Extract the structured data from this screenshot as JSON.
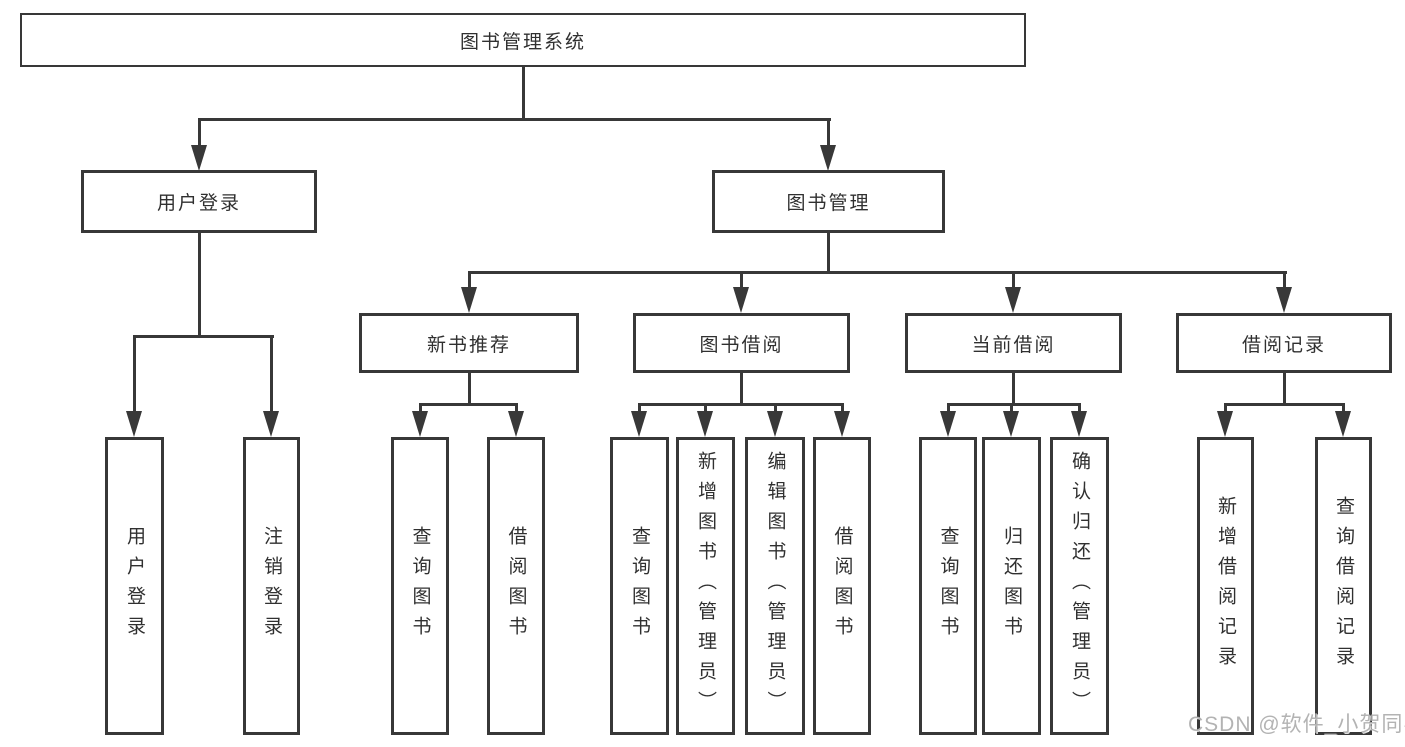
{
  "tree": {
    "root": {
      "label": "图书管理系统",
      "children": [
        {
          "label": "用户登录",
          "children": [
            {
              "label": "用户登录"
            },
            {
              "label": "注销登录"
            }
          ]
        },
        {
          "label": "图书管理",
          "children": [
            {
              "label": "新书推荐",
              "children": [
                {
                  "label": "查询图书"
                },
                {
                  "label": "借阅图书"
                }
              ]
            },
            {
              "label": "图书借阅",
              "children": [
                {
                  "label": "查询图书"
                },
                {
                  "label": "新增图书（管理员）"
                },
                {
                  "label": "编辑图书（管理员）"
                },
                {
                  "label": "借阅图书"
                }
              ]
            },
            {
              "label": "当前借阅",
              "children": [
                {
                  "label": "查询图书"
                },
                {
                  "label": "归还图书"
                },
                {
                  "label": "确认归还（管理员）"
                }
              ]
            },
            {
              "label": "借阅记录",
              "children": [
                {
                  "label": "新增借阅记录"
                },
                {
                  "label": "查询借阅记录"
                }
              ]
            }
          ]
        }
      ]
    }
  },
  "watermark": {
    "text": "CSDN @软件_小贺同学"
  },
  "colors": {
    "line": "#383838",
    "text": "#303030",
    "watermark": "#b3b3b3",
    "background": "#ffffff"
  }
}
